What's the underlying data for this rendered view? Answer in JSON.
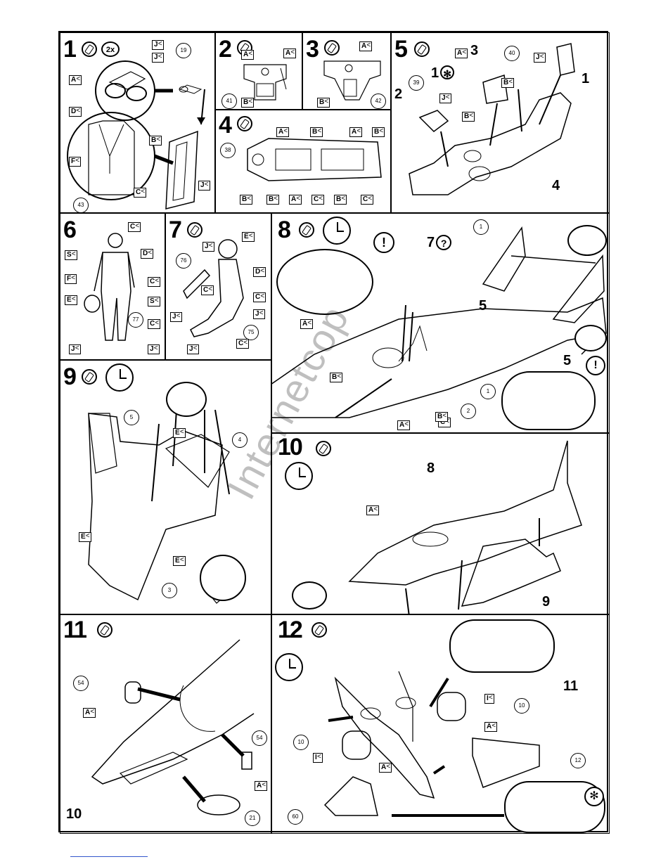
{
  "steps": {
    "s1": "1",
    "s2": "2",
    "s3": "3",
    "s4": "4",
    "s5": "5",
    "s6": "6",
    "s7": "7",
    "s8": "8",
    "s9": "9",
    "s10": "10",
    "s11": "11",
    "s12": "12"
  },
  "multiplier": "2x",
  "tags": {
    "A": "A",
    "B": "B",
    "C": "C",
    "D": "D",
    "E": "E",
    "F": "F",
    "I": "I",
    "J": "J",
    "S": "S"
  },
  "parts": {
    "p19": "19",
    "p43": "43",
    "p41": "41",
    "p42": "42",
    "p38": "38",
    "p39": "39",
    "p40": "40",
    "p76": "76",
    "p77": "77",
    "p75": "75",
    "p1": "1",
    "p2": "2",
    "p3": "3",
    "p4": "4",
    "p5": "5",
    "p54": "54",
    "p21": "21",
    "p10": "10",
    "p12": "12",
    "p60": "60"
  },
  "callouts": {
    "c1": "1",
    "c1star": "1",
    "c2": "2",
    "c3": "3",
    "c4": "4",
    "c5a": "5",
    "c5b": "5",
    "c7q": "7",
    "c8": "8",
    "c9": "9",
    "c10": "10",
    "c11": "11"
  },
  "symbols": {
    "warning": "!",
    "question": "?",
    "star": "✻"
  },
  "watermark": "Internetcop"
}
